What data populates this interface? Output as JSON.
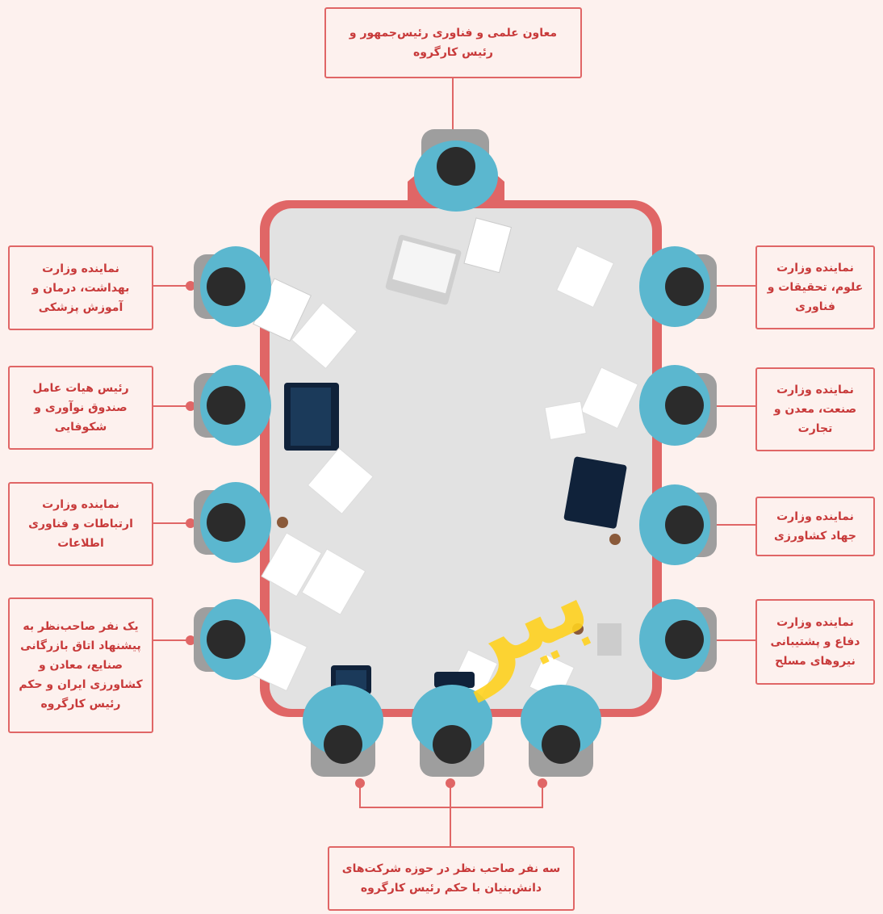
{
  "boxes": {
    "top": "معاون علمی و فناوری رئیس‌جمهور و رئیس کارگروه",
    "l1": "نماینده وزارت بهداشت، درمان و آموزش پزشکی",
    "l2": "رئیس هیات عامل صندوق نوآوری و شکوفایی",
    "l3": "نماینده وزارت ارتباطات و فناوری اطلاعات",
    "l4": "یک نفر صاحب‌نظر به پیشنهاد اتاق بازرگانی صنایع، معادن و کشاورزی ایران و حکم رئیس کارگروه",
    "r1": "نماینده وزارت علوم، تحقیقات و فناوری",
    "r2": "نماینده وزارت صنعت، معدن و تجارت",
    "r3": "نماینده وزارت جهاد کشاورزی",
    "r4": "نماینده وزارت دفاع و پشتیبانی نیروهای مسلح",
    "bottom": "سه نفر صاحب نظر در حوزه شرکت‌های دانش‌بنیان با حکم رئیس کارگروه"
  },
  "colors": {
    "accent": "#e06666",
    "table": "#e0e0e0",
    "shirt": "#5bb7cf",
    "head": "#2b2b2b",
    "seat": "#9e9e9e",
    "bg": "#fdf1ee"
  }
}
